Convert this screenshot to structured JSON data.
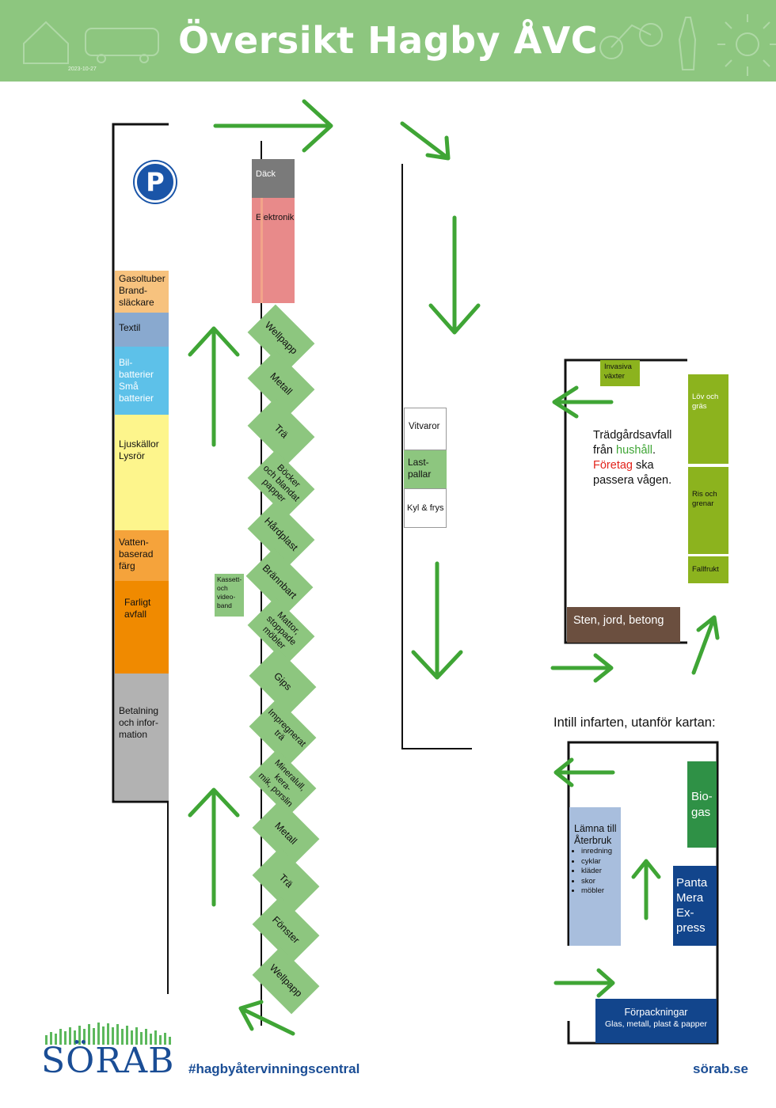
{
  "header": {
    "title": "Översikt Hagby ÅVC",
    "date": "2023-10-27",
    "bg_color": "#8dc67f"
  },
  "left_column": [
    {
      "label": "Gasoltuber\nBrand-\nsläckare",
      "color": "#f7c27e"
    },
    {
      "label": "Textil",
      "color": "#89a9cf"
    },
    {
      "label": "Bil-\nbatterier\nSmå\nbatterier",
      "color": "#5dc1e9"
    },
    {
      "label": "Ljuskällor\nLysrör",
      "color": "#fdf58c"
    },
    {
      "label": "Vatten-\nbaserad\nfärg",
      "color": "#f5a33b"
    },
    {
      "label": "Farligt\navfall",
      "color": "#f08a00"
    },
    {
      "label": "Betalning\noch infor-\nmation",
      "color": "#b2b2b2"
    }
  ],
  "top_containers": [
    {
      "label": "Däck",
      "color": "#7a7a7a"
    },
    {
      "label": "Elektronik",
      "color": "#e88a8a"
    }
  ],
  "containers": [
    "Wellpapp",
    "Metall",
    "Trä",
    "Böcker\noch blandat\npapper",
    "Hårdplast",
    "Brännbart",
    "Mattor,\nstoppade\nmöbler",
    "Gips",
    "Impregnerat\nträ",
    "Mineralull, kera-\nmik, porslin",
    "Metall",
    "Trä",
    "Fönster",
    "Wellpapp"
  ],
  "kassett": "Kassett-\noch\nvideo-\nband",
  "middle_column": [
    {
      "label": "Vitvaror",
      "color": "#ffffff"
    },
    {
      "label": "Last-\npallar",
      "color": "#8dc67f"
    },
    {
      "label": "Kyl & frys",
      "color": "#ffffff"
    }
  ],
  "garden": {
    "invasiva": "Invasiva\nväxter",
    "lov": "Löv och\ngräs",
    "ris": "Ris och\ngrenar",
    "fallfrukt": "Fallfrukt",
    "sten": "Sten, jord, betong",
    "text_pre": "Trädgårdsavfall\nfrån ",
    "text_hushall": "hushåll",
    "text_mid": ".\n",
    "text_foretag": "Företag",
    "text_post": " ska\npassera vågen."
  },
  "entrance": {
    "heading": "Intill infarten, utanför kartan:",
    "biogas": "Bio-\ngas",
    "panta": "Panta\nMera\nEx-\npress",
    "aterbruk_title": "Lämna till\nÅterbruk",
    "aterbruk_items": [
      "inredning",
      "cyklar",
      "kläder",
      "skor",
      "möbler"
    ],
    "forpack_title": "Förpackningar",
    "forpack_sub": "Glas, metall, plast & papper"
  },
  "footer": {
    "logo": "SÖRAB",
    "hashtag": "#hagbyåtervinningscentral",
    "site": "sörab.se"
  },
  "parking_label": "P"
}
